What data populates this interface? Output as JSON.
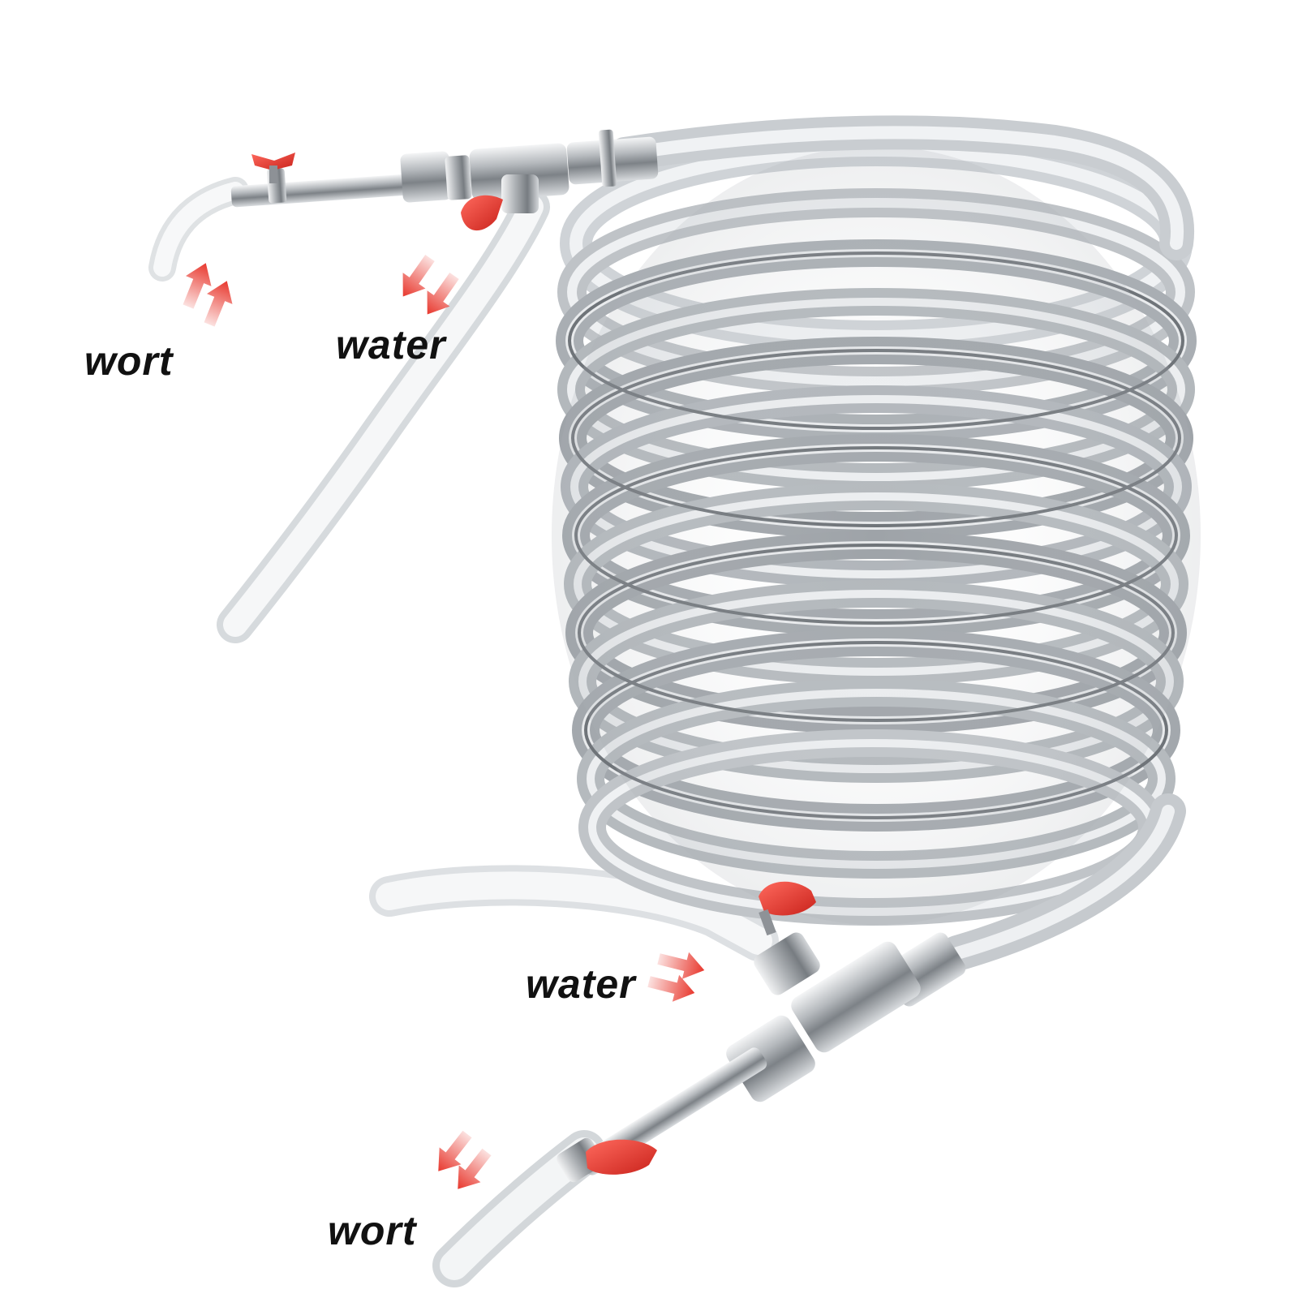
{
  "labels": {
    "wort_top": "wort",
    "water_top": "water",
    "water_bottom": "water",
    "wort_bottom": "wort"
  },
  "colors": {
    "valve_handle": "#e8342c",
    "flow_arrow": "#e8382e",
    "steel": "#b9bcbf",
    "coil_tube": "#c8cbcf",
    "hose": "#e9ecee"
  },
  "icons": {
    "flow_arrow": "double-arrow-icon",
    "valve": "butterfly-valve-icon"
  }
}
